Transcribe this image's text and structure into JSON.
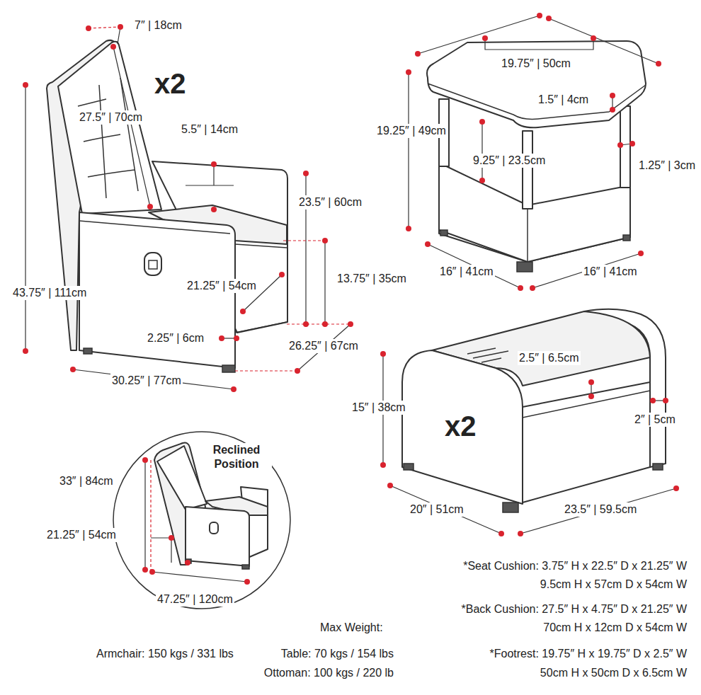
{
  "diagram": {
    "labels": [
      "7″ | 18cm",
      "x2",
      "27.5″ | 70cm",
      "5.5″ | 14cm",
      "23.5″ | 60cm",
      "43.75″ | 111cm",
      "13.75″ | 35cm",
      "21.25″ | 54cm",
      "2.25″ | 6cm",
      "26.25″ | 67cm",
      "30.25″ | 77cm",
      "19.75″ | 50cm",
      "1.5″ | 4cm",
      "19.25″ | 49cm",
      "9.25″ | 23.5cm",
      "1.25″ | 3cm",
      "16″ | 41cm",
      "16″ | 41cm",
      "2.5″ | 6.5cm",
      "15″ | 38cm",
      "x2",
      "2″ | 5cm",
      "20″ | 51cm",
      "23.5″ | 59.5cm",
      "Reclined Position",
      "33″ | 84cm",
      "21.25″ | 54cm",
      "47.25″ | 120cm",
      "*Seat Cushion: 3.75″ H x 22.5″ D x 21.25″ W",
      "9.5cm H x 57cm D x 54cm W",
      "*Back Cushion: 27.5″ H x 4.75″ D x 21.25″ W",
      "70cm H x 12cm D x 54cm W",
      "Max Weight:",
      "*Footrest: 19.75″ H x 19.75″ D x 2.5″ W",
      "50cm H x 50cm D x 6.5cm W",
      "Armchair: 150 kgs / 331 lbs",
      "Table: 70 kgs / 154 lbs",
      "Ottoman: 100 kgs / 220 lb"
    ]
  }
}
